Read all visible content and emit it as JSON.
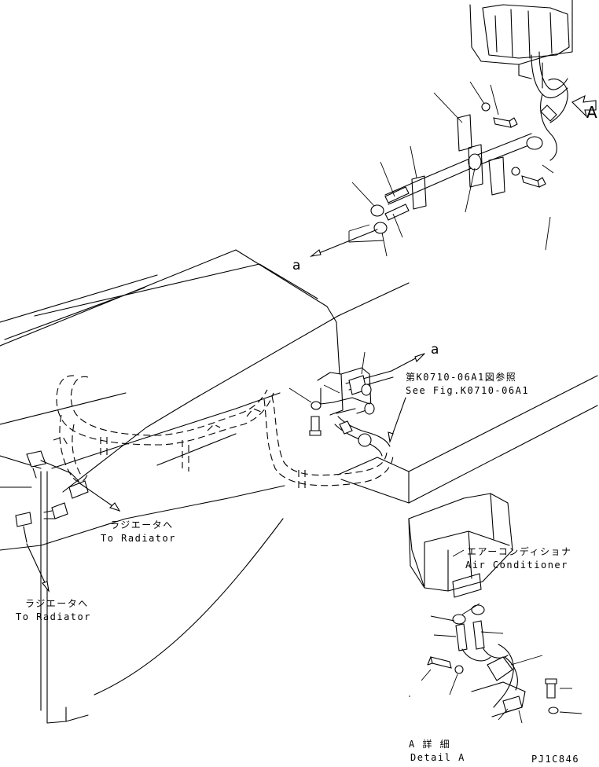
{
  "labels": {
    "view_arrow": "A",
    "ref_a_top": "a",
    "ref_a_mid": "a",
    "see_fig_jp": "第K0710-06A1図参照",
    "see_fig_en": "See Fig.K0710-06A1",
    "radiator_jp_1": "ラジエータへ",
    "radiator_en_1": "To Radiator",
    "radiator_jp_2": "ラジエータへ",
    "radiator_en_2": "To Radiator",
    "aircon_jp": "エアーコンディショナ",
    "aircon_en": "Air Conditioner",
    "detail_jp": "A 詳 細",
    "detail_en": "Detail A",
    "drawing_code": "PJ1C846"
  },
  "colors": {
    "line": "#000000",
    "background": "#ffffff"
  }
}
